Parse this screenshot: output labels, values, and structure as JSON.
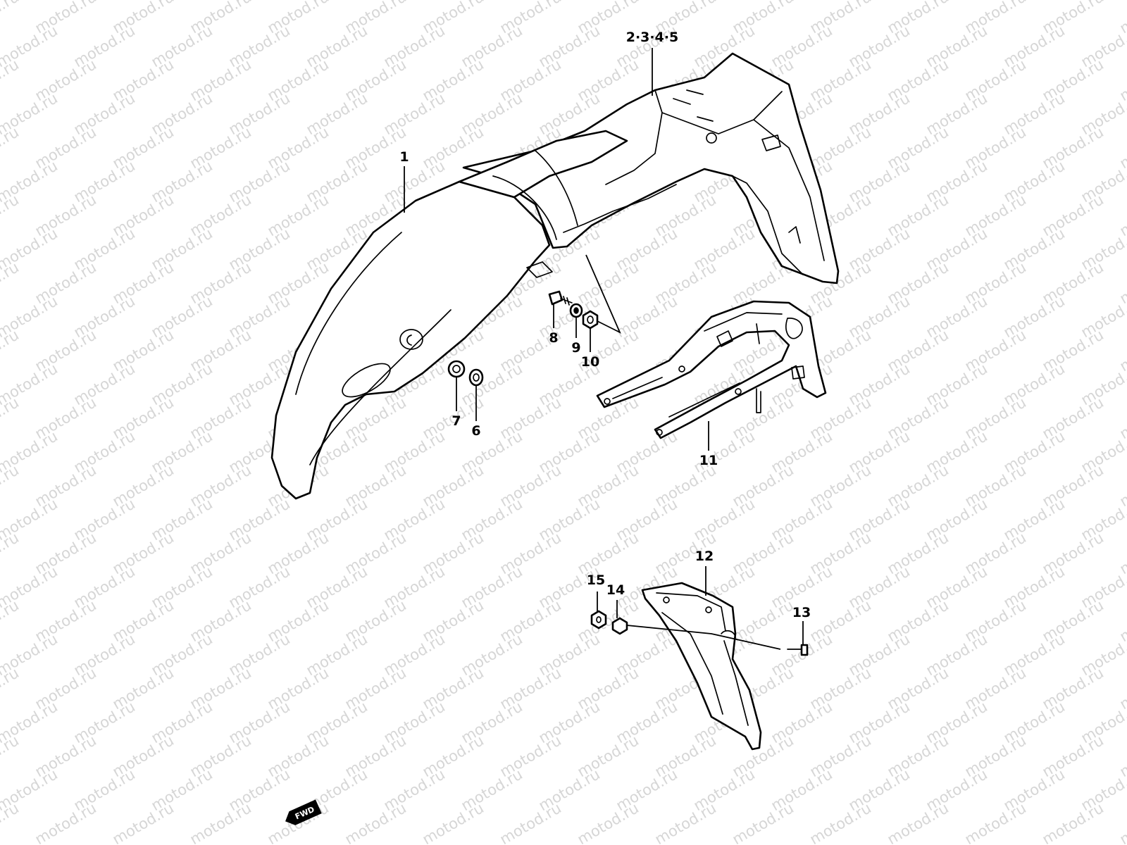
{
  "watermark": {
    "text": "motod.ru"
  },
  "diagram": {
    "direction_badge": "FWD",
    "callouts": [
      {
        "id": "c2345",
        "text": "2·3·4·5"
      },
      {
        "id": "c1",
        "text": "1"
      },
      {
        "id": "c8",
        "text": "8"
      },
      {
        "id": "c9",
        "text": "9"
      },
      {
        "id": "c10",
        "text": "10"
      },
      {
        "id": "c7",
        "text": "7"
      },
      {
        "id": "c6",
        "text": "6"
      },
      {
        "id": "c11",
        "text": "11"
      },
      {
        "id": "c12",
        "text": "12"
      },
      {
        "id": "c13",
        "text": "13"
      },
      {
        "id": "c14",
        "text": "14"
      },
      {
        "id": "c15",
        "text": "15"
      }
    ]
  }
}
